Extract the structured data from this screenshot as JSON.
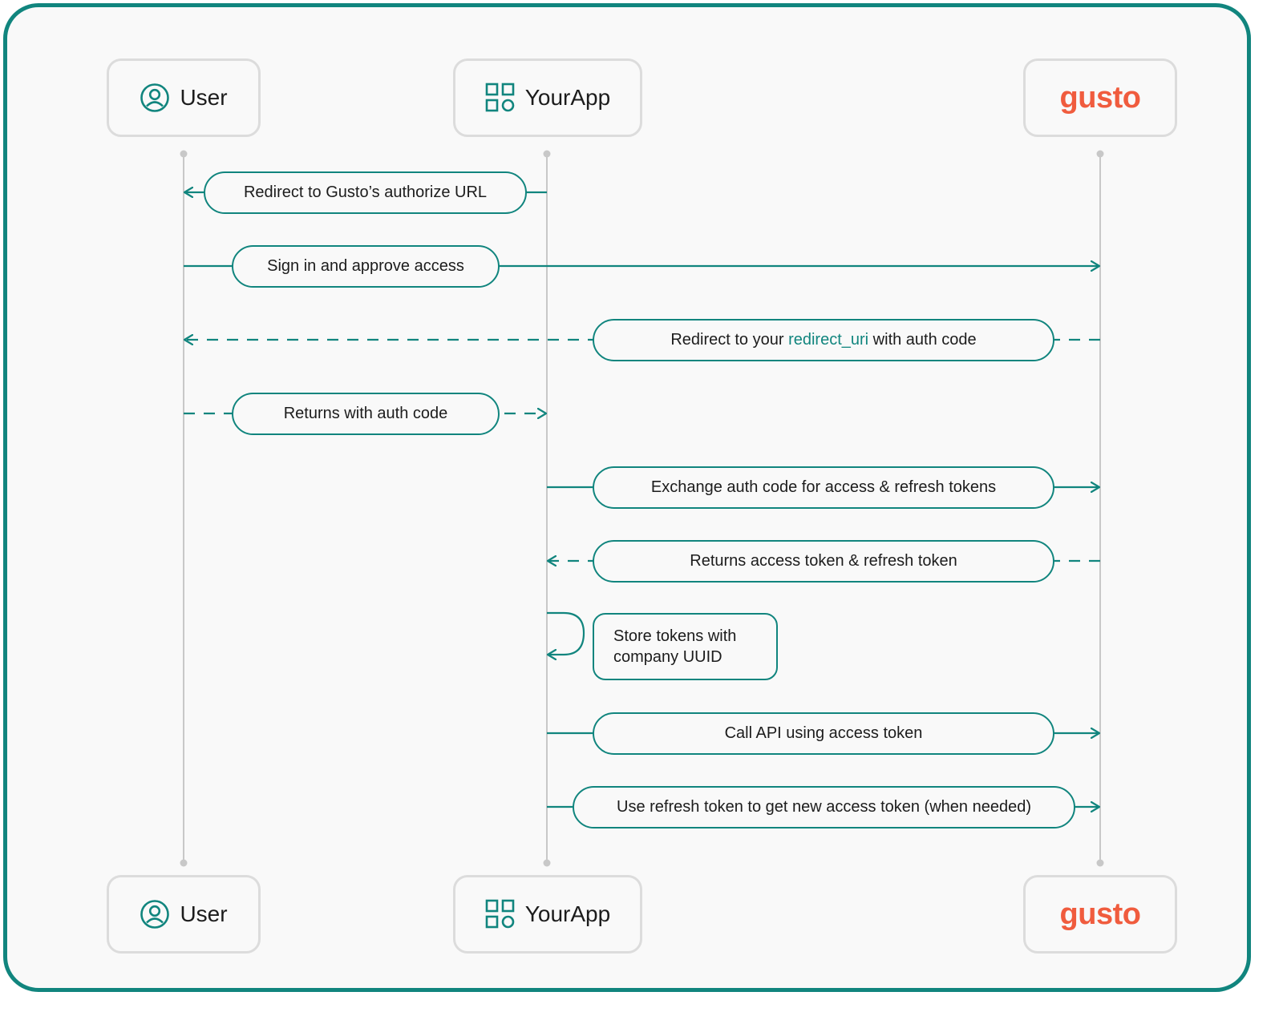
{
  "actors_top": [
    {
      "label": "User",
      "icon": "user-circle-icon"
    },
    {
      "label": "YourApp",
      "icon": "app-grid-icon"
    },
    {
      "logo_text": "gusto"
    }
  ],
  "actors_bottom": [
    {
      "label": "User",
      "icon": "user-circle-icon"
    },
    {
      "label": "YourApp",
      "icon": "app-grid-icon"
    },
    {
      "logo_text": "gusto"
    }
  ],
  "messages": [
    {
      "text": "Redirect to Gusto’s authorize URL",
      "from": "YourApp",
      "to": "User",
      "style": "solid"
    },
    {
      "text": "Sign in and approve access",
      "from": "User",
      "to": "gusto",
      "style": "solid"
    },
    {
      "text_before": "Redirect to your ",
      "text_accent": "redirect_uri",
      "text_after": " with auth code",
      "from": "gusto",
      "to": "User",
      "style": "dashed"
    },
    {
      "text": "Returns with auth code",
      "from": "User",
      "to": "YourApp",
      "style": "dashed"
    },
    {
      "text": "Exchange auth code for access & refresh tokens",
      "from": "YourApp",
      "to": "gusto",
      "style": "solid"
    },
    {
      "text": "Returns access token & refresh token",
      "from": "gusto",
      "to": "YourApp",
      "style": "dashed"
    },
    {
      "text_line1": "Store tokens with",
      "text_line2": "company UUID",
      "from": "YourApp",
      "to": "YourApp",
      "style": "self"
    },
    {
      "text": "Call API using access token",
      "from": "YourApp",
      "to": "gusto",
      "style": "solid"
    },
    {
      "text": "Use refresh token to get new access token (when needed)",
      "from": "YourApp",
      "to": "gusto",
      "style": "solid"
    }
  ],
  "colors": {
    "accent": "#11857e",
    "gusto": "#f05c3e",
    "lifeline": "#c8c8c8",
    "box_border": "#dcdcdc"
  }
}
